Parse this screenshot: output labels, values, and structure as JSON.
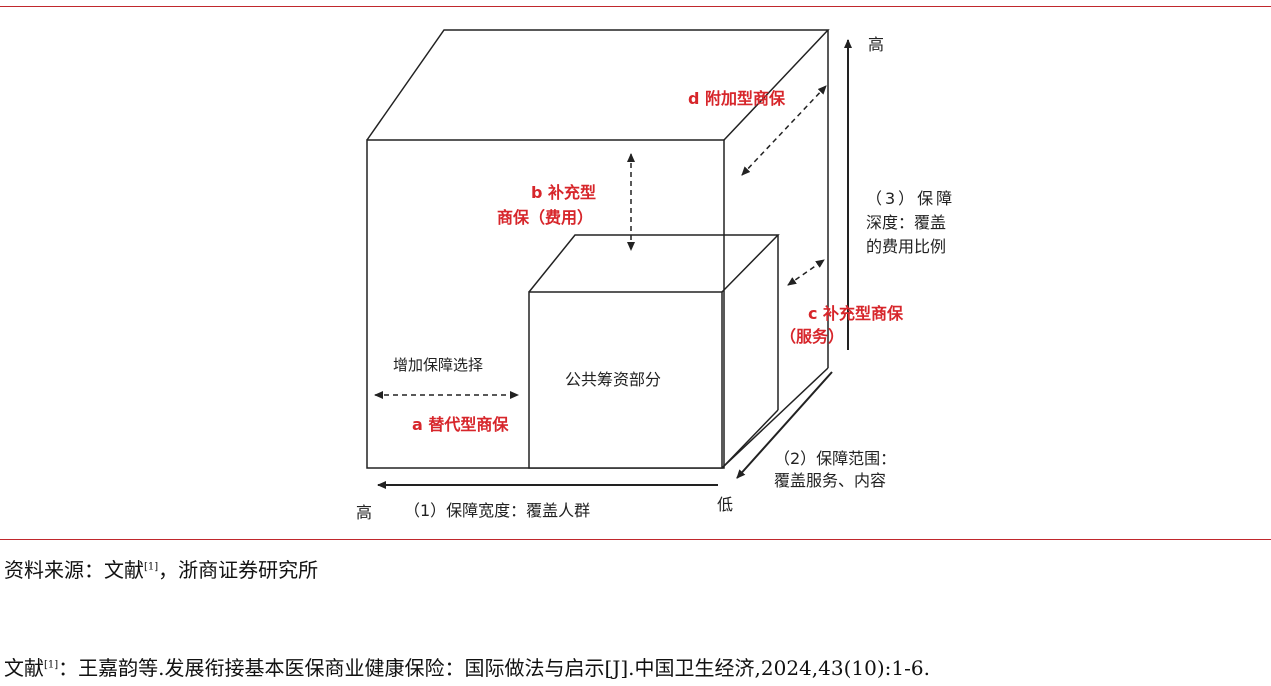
{
  "diagram": {
    "center_label": "公共筹资部分",
    "increase_choice": "增加保障选择",
    "a_label": "a 替代型商保",
    "b_label_line1": "b 补充型",
    "b_label_line2": "商保（费用）",
    "c_label_line1": "c 补充型商保",
    "c_label_line2": "（服务）",
    "d_label": "d 附加型商保",
    "axis1_label": "（1）保障宽度：覆盖人群",
    "axis1_high": "高",
    "axis_low": "低",
    "axis2_line1": "（2）保障范围：",
    "axis2_line2": "覆盖服务、内容",
    "axis3_line1": "（3）保障",
    "axis3_line2": "深度：覆盖",
    "axis3_line3": "的费用比例",
    "axis3_high": "高"
  },
  "source": {
    "prefix": "资料来源：文献",
    "ref": "[1]",
    "suffix": "，浙商证券研究所"
  },
  "reference": {
    "prefix": "文献",
    "ref": "[1]",
    "text": "：王嘉韵等.发展衔接基本医保商业健康保险：国际做法与启示[J].中国卫生经济,2024,43(10):1-6."
  },
  "colors": {
    "rule": "#c0282d",
    "highlight": "#d7262b"
  }
}
